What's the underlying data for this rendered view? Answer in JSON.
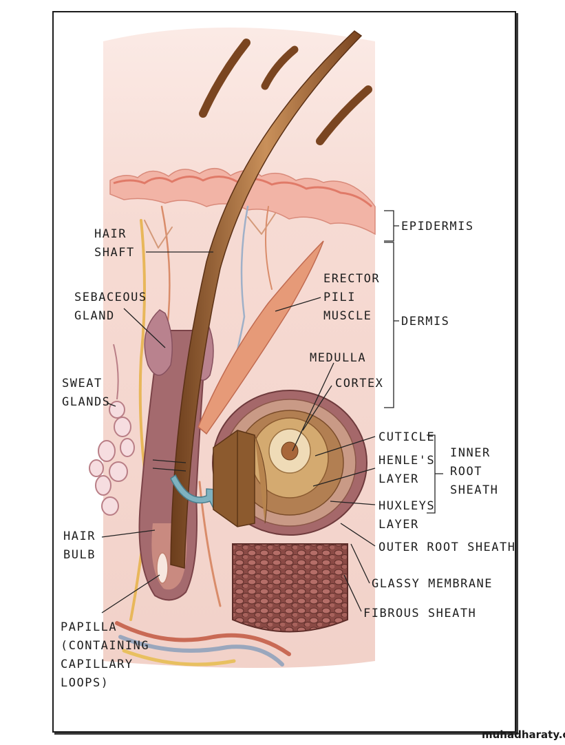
{
  "labels": {
    "hair_shaft": [
      "HAIR",
      "SHAFT"
    ],
    "sebaceous_gland": [
      "SEBACEOUS",
      "GLAND"
    ],
    "sweat_glands": [
      "SWEAT",
      "GLANDS"
    ],
    "hair_bulb": [
      "HAIR",
      "BULB"
    ],
    "papilla": [
      "PAPILLA",
      "(CONTAINING",
      "CAPILLARY",
      "LOOPS)"
    ],
    "epidermis": "EPIDERMIS",
    "dermis": "DERMIS",
    "erector_pili_muscle": [
      "ERECTOR",
      "PILI",
      "MUSCLE"
    ],
    "medulla": "MEDULLA",
    "cortex": "CORTEX",
    "cuticle": "CUTICLE",
    "henles_layer": [
      "HENLE'S",
      "LAYER"
    ],
    "huxleys_layer": [
      "HUXLEYS",
      "LAYER"
    ],
    "inner_root_sheath": [
      "INNER",
      "ROOT",
      "SHEATH"
    ],
    "outer_root_sheath": "OUTER ROOT SHEATH",
    "glassy_membrane": "GLASSY MEMBRANE",
    "fibrous_sheath": "FIBROUS SHEATH"
  },
  "watermark": "muhadharaty.com",
  "colors": {
    "epidermis": "#f2b4a6",
    "dermis": "#f3d4cc",
    "hair": "#a66a3a",
    "follicle": "#a46a6e",
    "gland": "#b9828e",
    "muscle": "#e69a78",
    "cross_section_outer": "#a5686a",
    "fibrous": "#8a4f4a"
  }
}
